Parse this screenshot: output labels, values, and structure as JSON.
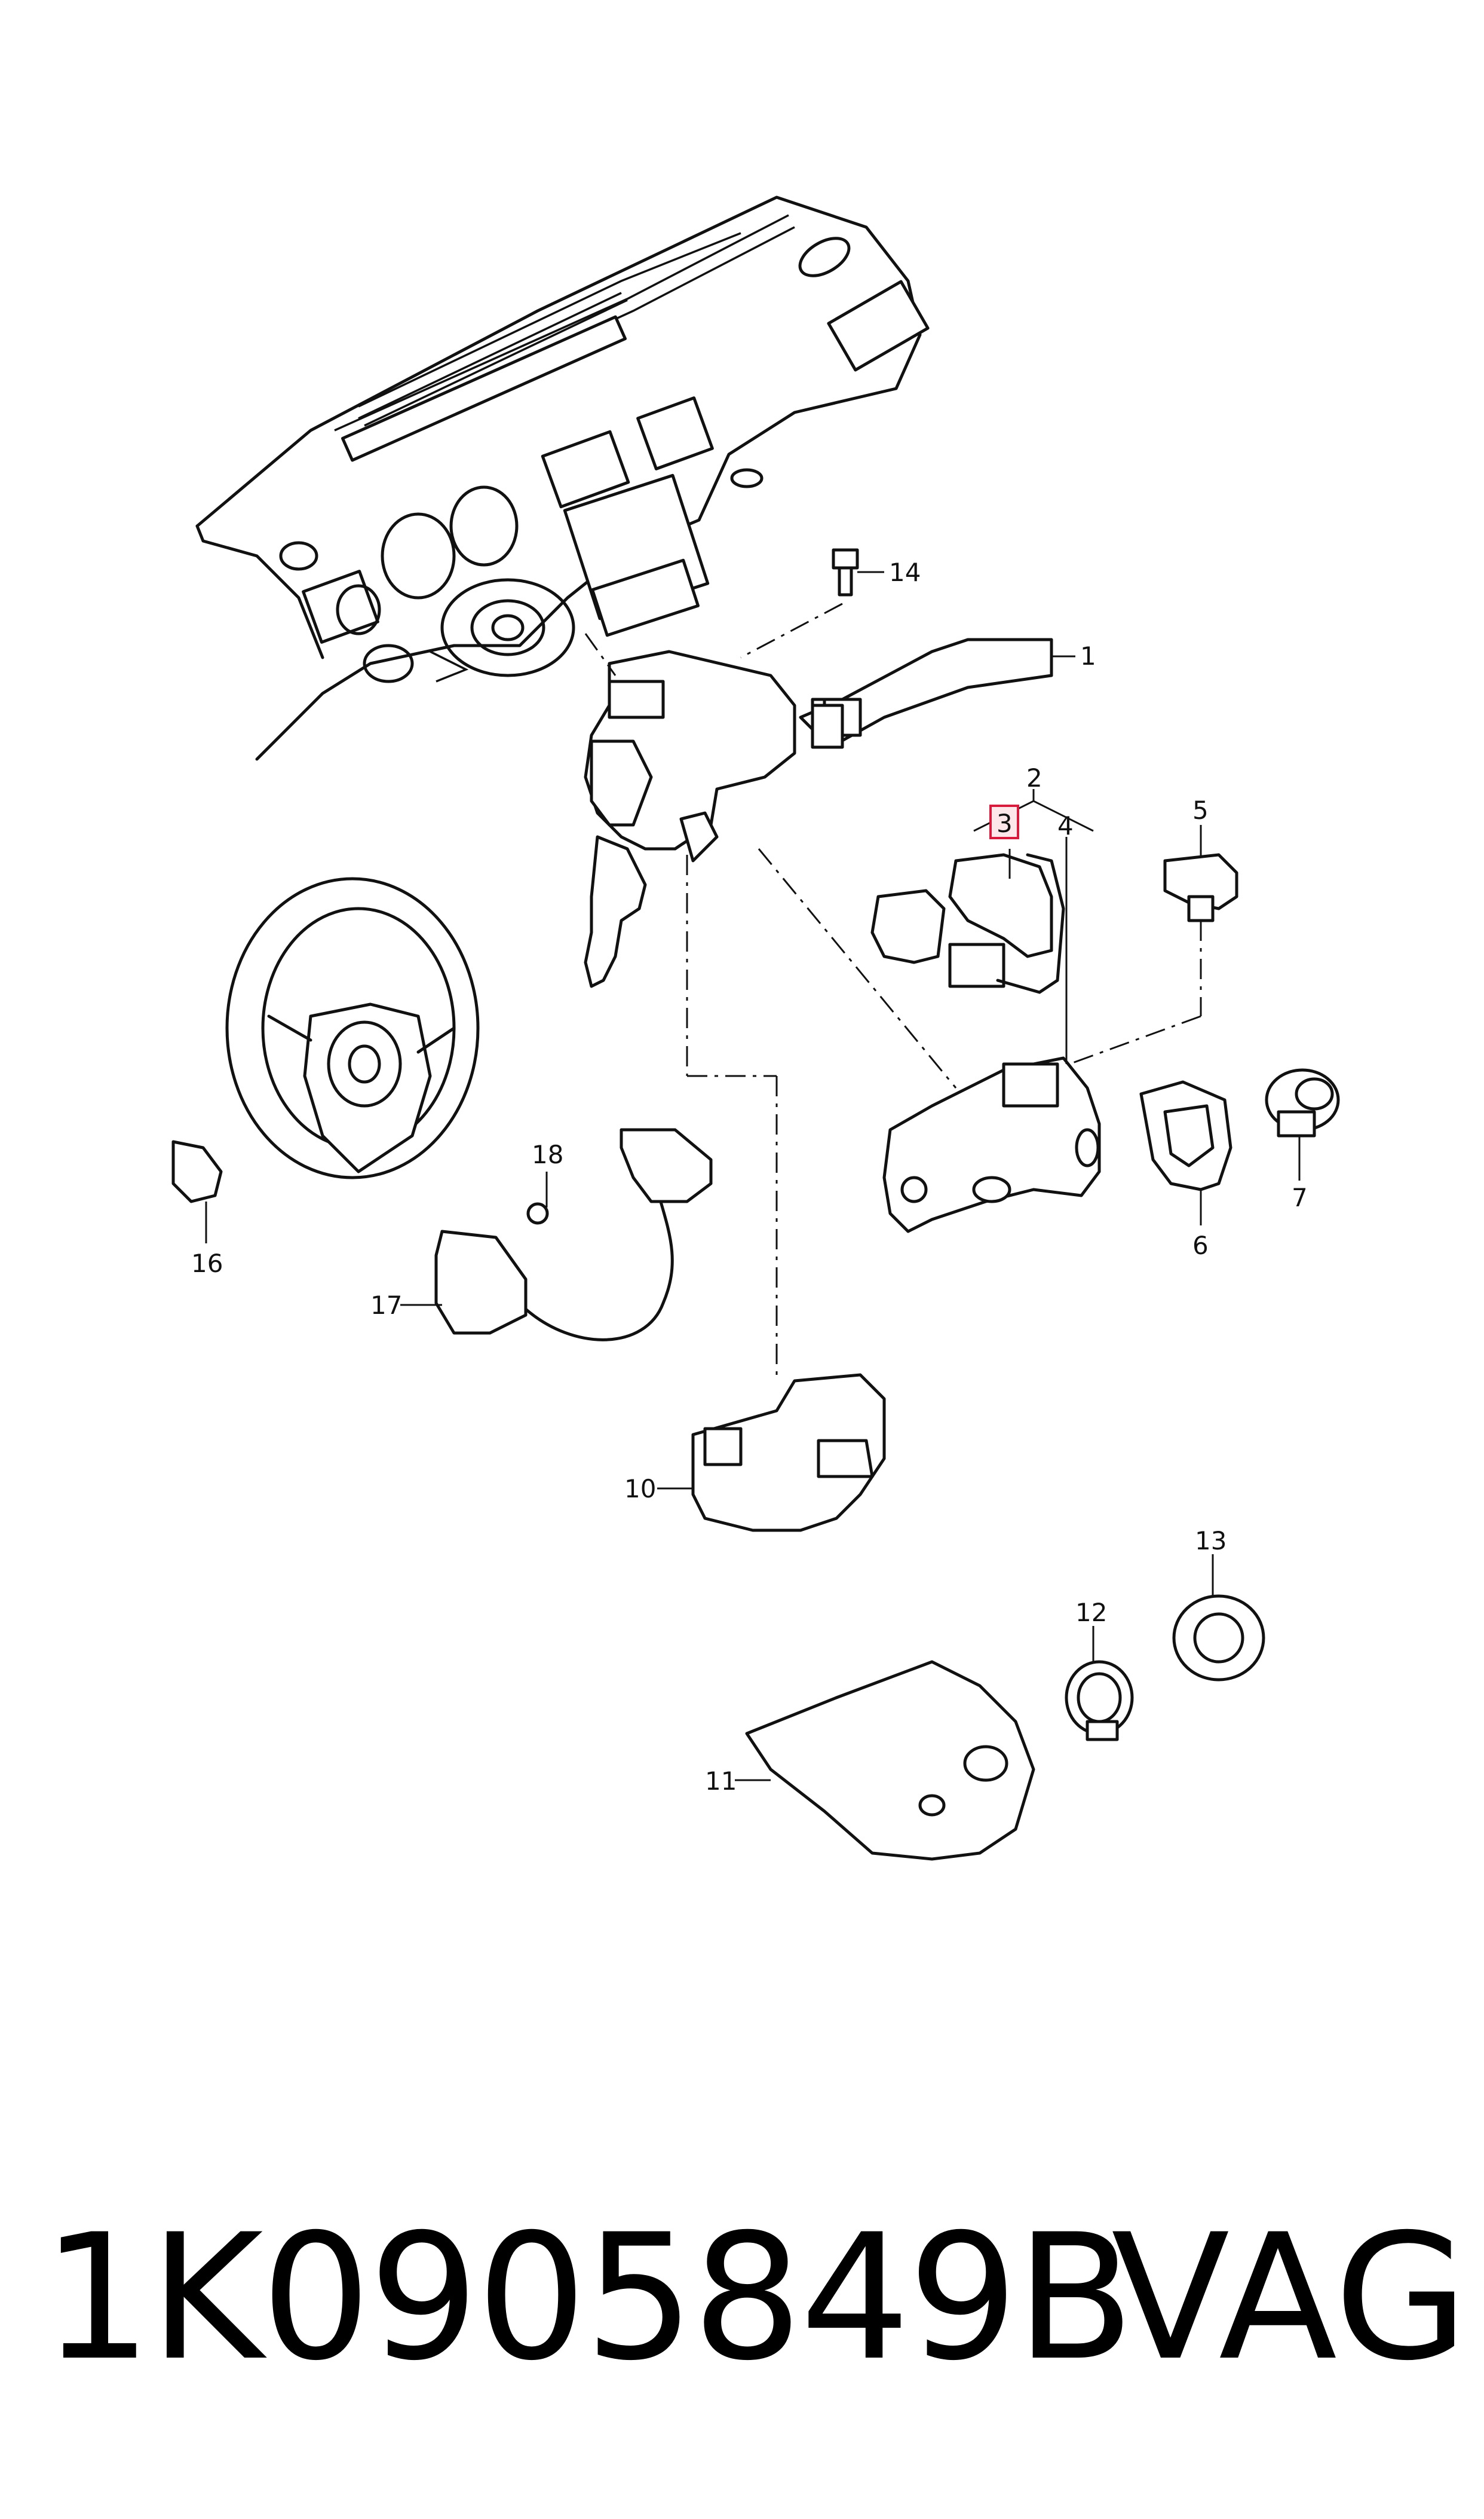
{
  "diagram": {
    "callouts": {
      "p1": "1",
      "p2": "2",
      "p3": "3",
      "p4": "4",
      "p5": "5",
      "p6": "6",
      "p7": "7",
      "p10": "10",
      "p11": "11",
      "p12": "12",
      "p13": "13",
      "p14": "14",
      "p16": "16",
      "p17": "17",
      "p18": "18"
    },
    "highlighted_callout": "3"
  },
  "footer": {
    "part_number": "1K0905849B",
    "brand": "VAG"
  }
}
